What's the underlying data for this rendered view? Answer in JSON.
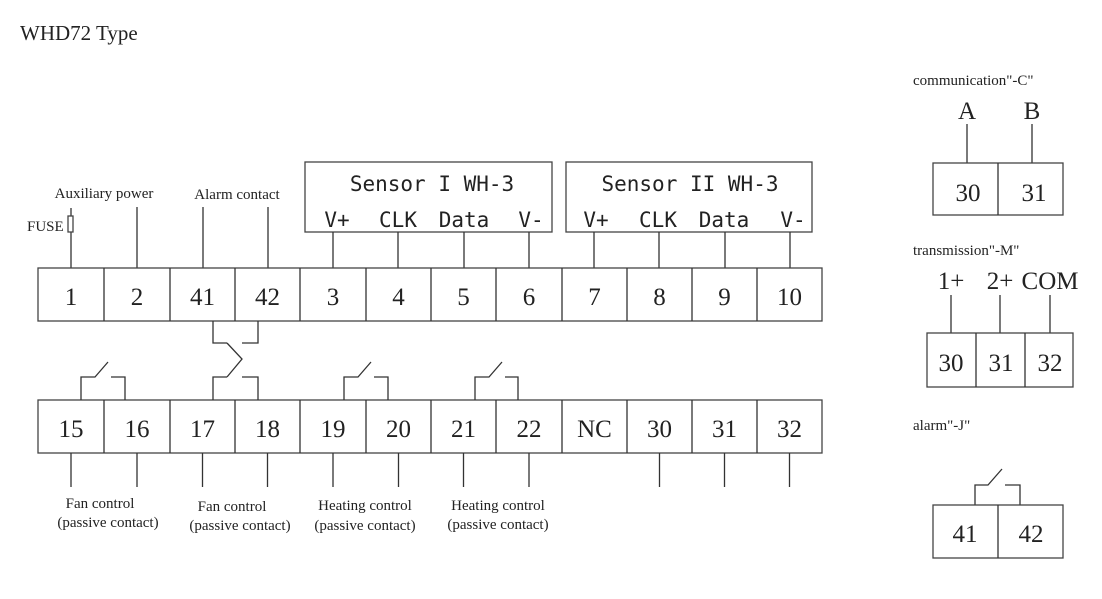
{
  "title": "WHD72 Type",
  "top_labels": {
    "fuse": "FUSE",
    "aux_power": "Auxiliary power",
    "alarm_contact": "Alarm contact"
  },
  "sensor1": {
    "title": "Sensor I WH-3",
    "pins": [
      "V+",
      "CLK",
      "Data",
      "V-"
    ]
  },
  "sensor2": {
    "title": "Sensor II WH-3",
    "pins": [
      "V+",
      "CLK",
      "Data",
      "V-"
    ]
  },
  "top_terminals": [
    "1",
    "2",
    "41",
    "42",
    "3",
    "4",
    "5",
    "6",
    "7",
    "8",
    "9",
    "10"
  ],
  "bottom_terminals": [
    "15",
    "16",
    "17",
    "18",
    "19",
    "20",
    "21",
    "22",
    "NC",
    "30",
    "31",
    "32"
  ],
  "bottom_labels": [
    {
      "line1": "Fan control",
      "line2": "(passive contact)"
    },
    {
      "line1": "Fan control",
      "line2": "(passive contact)"
    },
    {
      "line1": "Heating control",
      "line2": "(passive contact)"
    },
    {
      "line1": "Heating control",
      "line2": "(passive contact)"
    }
  ],
  "communication": {
    "title": "communication\"-C\"",
    "pins": [
      "A",
      "B"
    ],
    "terminals": [
      "30",
      "31"
    ]
  },
  "transmission": {
    "title": "transmission\"-M\"",
    "pins": [
      "1+",
      "2+",
      "COM"
    ],
    "terminals": [
      "30",
      "31",
      "32"
    ]
  },
  "alarm": {
    "title": "alarm\"-J\"",
    "terminals": [
      "41",
      "42"
    ]
  }
}
